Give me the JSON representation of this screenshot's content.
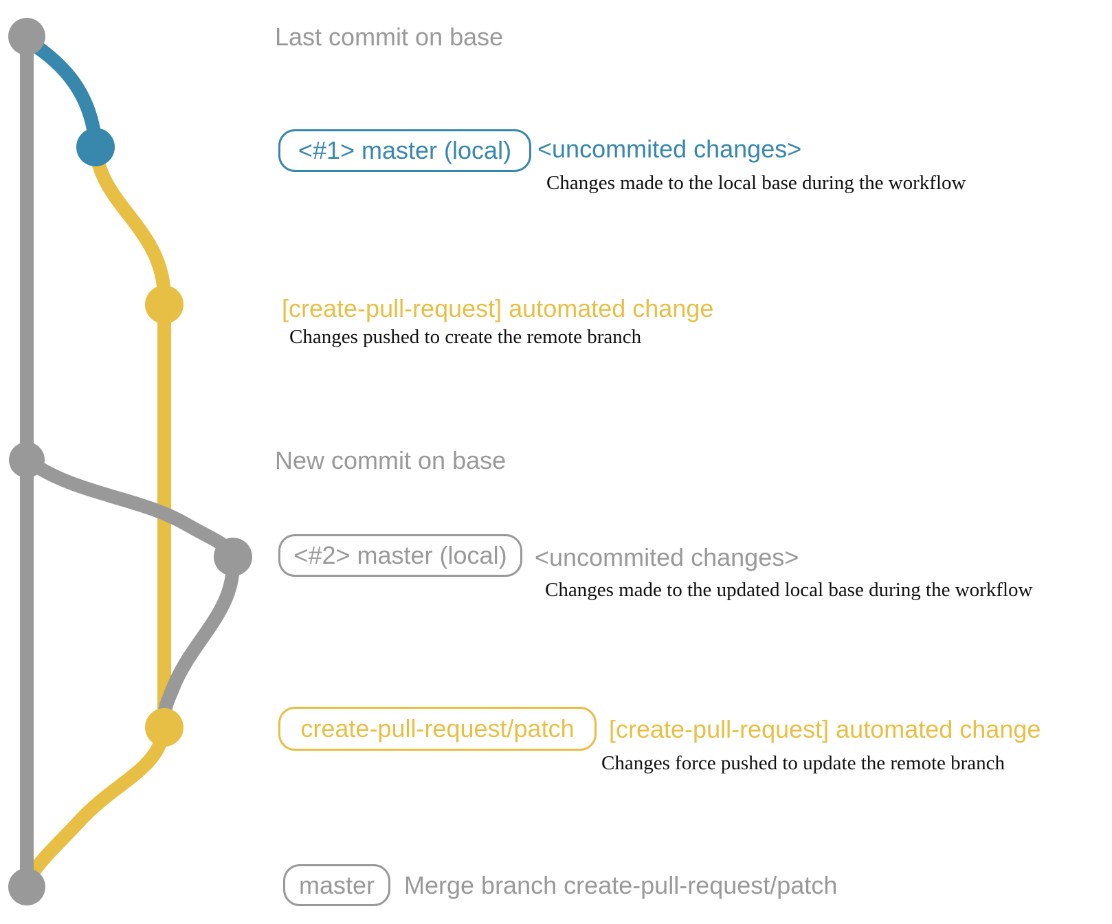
{
  "colors": {
    "gray": "#999999",
    "blue": "#3887ad",
    "yellow": "#e8bf45",
    "caption_text": "#111111",
    "background": "#ffffff"
  },
  "rows": {
    "last_commit": {
      "heading": "Last commit on base"
    },
    "local_1": {
      "badge": "<#1> master (local)",
      "title": "<uncommited changes>",
      "caption": "Changes made to the local base during the workflow"
    },
    "auto_1": {
      "title": "[create-pull-request] automated change",
      "caption": "Changes pushed to create the remote branch"
    },
    "new_commit": {
      "heading": "New commit on base"
    },
    "local_2": {
      "badge": "<#2> master (local)",
      "title": "<uncommited changes>",
      "caption": "Changes made to the updated local base during the workflow"
    },
    "auto_2": {
      "badge": "create-pull-request/patch",
      "title": "[create-pull-request] automated change",
      "caption": "Changes force pushed to update the remote branch"
    },
    "merge": {
      "badge": "master",
      "caption": "Merge branch create-pull-request/patch"
    }
  }
}
